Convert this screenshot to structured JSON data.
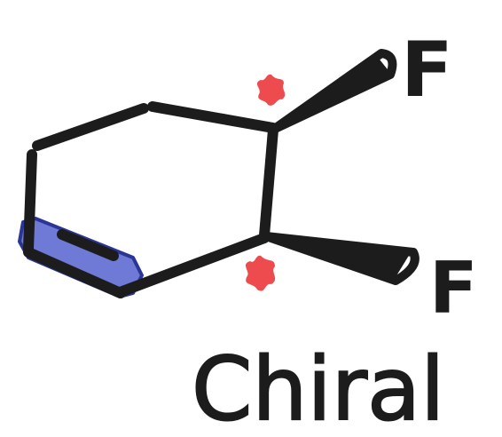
{
  "diagram": {
    "atom_label_top": "F",
    "atom_label_bottom": "F",
    "caption": "Chiral",
    "colors": {
      "ink": "#1c1c1c",
      "highlight": "#2a3596",
      "highlight_fill": "#6f79d6",
      "stereocenter_mark": "#ee4b4f"
    },
    "icons": [
      "stereocenter-star-icon",
      "stereocenter-star-icon"
    ]
  }
}
